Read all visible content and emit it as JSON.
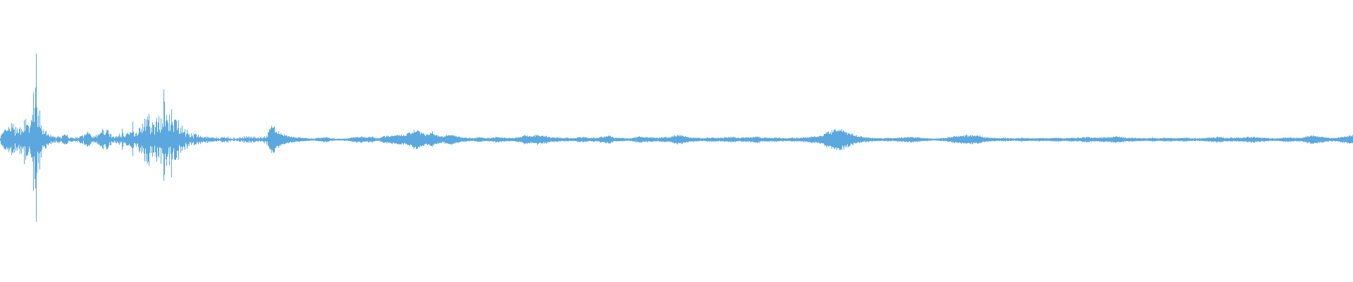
{
  "waveform": {
    "color": "#5ba8de",
    "background": "#ffffff",
    "amplitude_envelope": [
      0.08,
      0.22,
      0.3,
      0.18,
      0.4,
      0.25,
      1.0,
      0.28,
      0.12,
      0.06,
      0.05,
      0.1,
      0.04,
      0.05,
      0.08,
      0.2,
      0.06,
      0.14,
      0.3,
      0.05,
      0.1,
      0.14,
      0.18,
      0.2,
      0.32,
      0.48,
      0.3,
      0.52,
      0.55,
      0.4,
      0.45,
      0.26,
      0.12,
      0.1,
      0.08,
      0.06,
      0.04,
      0.03,
      0.06,
      0.04,
      0.03,
      0.05,
      0.07,
      0.08,
      0.04,
      0.08,
      0.3,
      0.18,
      0.1,
      0.07,
      0.05,
      0.04,
      0.03,
      0.02,
      0.04,
      0.06,
      0.03,
      0.02,
      0.02,
      0.03,
      0.06,
      0.07,
      0.05,
      0.06,
      0.03,
      0.08,
      0.09,
      0.1,
      0.1,
      0.12,
      0.22,
      0.2,
      0.1,
      0.16,
      0.1,
      0.07,
      0.12,
      0.08,
      0.05,
      0.04,
      0.03,
      0.05,
      0.04,
      0.04,
      0.06,
      0.05,
      0.04,
      0.04,
      0.06,
      0.1,
      0.07,
      0.11,
      0.08,
      0.06,
      0.05,
      0.04,
      0.04,
      0.03,
      0.06,
      0.05,
      0.04,
      0.04,
      0.07,
      0.09,
      0.04,
      0.04,
      0.03,
      0.04,
      0.07,
      0.05,
      0.06,
      0.04,
      0.05,
      0.06,
      0.08,
      0.1,
      0.07,
      0.05,
      0.04,
      0.03,
      0.05,
      0.04,
      0.04,
      0.05,
      0.06,
      0.04,
      0.05,
      0.05,
      0.08,
      0.04,
      0.04,
      0.05,
      0.04,
      0.03,
      0.04,
      0.04,
      0.05,
      0.06,
      0.08,
      0.1,
      0.16,
      0.2,
      0.22,
      0.18,
      0.14,
      0.08,
      0.06,
      0.05,
      0.04,
      0.03,
      0.04,
      0.03,
      0.04,
      0.05,
      0.06,
      0.05,
      0.04,
      0.03,
      0.02,
      0.03,
      0.04,
      0.06,
      0.08,
      0.09,
      0.1,
      0.09,
      0.07,
      0.05,
      0.04,
      0.03,
      0.04,
      0.03,
      0.03,
      0.04,
      0.03,
      0.03,
      0.04,
      0.03,
      0.04,
      0.04,
      0.03,
      0.04,
      0.04,
      0.05,
      0.06,
      0.04,
      0.05,
      0.05,
      0.06,
      0.07,
      0.05,
      0.04,
      0.04,
      0.03,
      0.03,
      0.04,
      0.03,
      0.04,
      0.04,
      0.03,
      0.04,
      0.04,
      0.03,
      0.03,
      0.04,
      0.05,
      0.06,
      0.05,
      0.04,
      0.04,
      0.05,
      0.06,
      0.06,
      0.05,
      0.04,
      0.03,
      0.03,
      0.04,
      0.05,
      0.04,
      0.04,
      0.06,
      0.1,
      0.08,
      0.06,
      0.04,
      0.04,
      0.06,
      0.08,
      0.1
    ]
  }
}
